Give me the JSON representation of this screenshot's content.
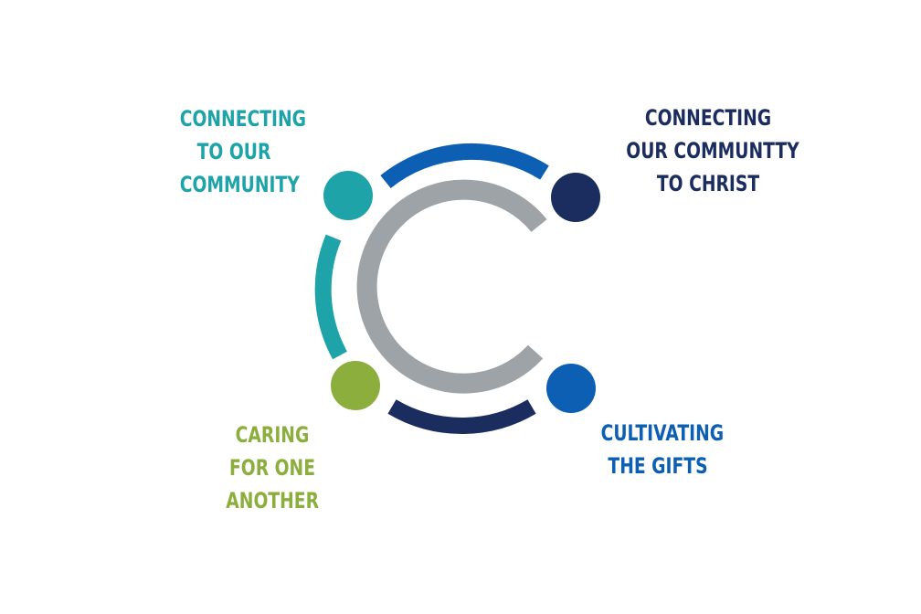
{
  "colors": {
    "teal": "#1ea3a8",
    "navy": "#1b2c5e",
    "blue": "#0c5fb3",
    "green": "#8cae3d",
    "gray": "#9ea3a8"
  },
  "labels": {
    "top_left": [
      "CONNECTING",
      "TO OUR",
      "COMMUNITY"
    ],
    "top_right": [
      "CONNECTING",
      "OUR COMMUNTTY",
      "TO CHRIST"
    ],
    "bottom_left": [
      "CARING",
      "FOR ONE",
      "ANOTHER"
    ],
    "bottom_right": [
      "CULTIVATING",
      "THE GIFTS"
    ]
  }
}
